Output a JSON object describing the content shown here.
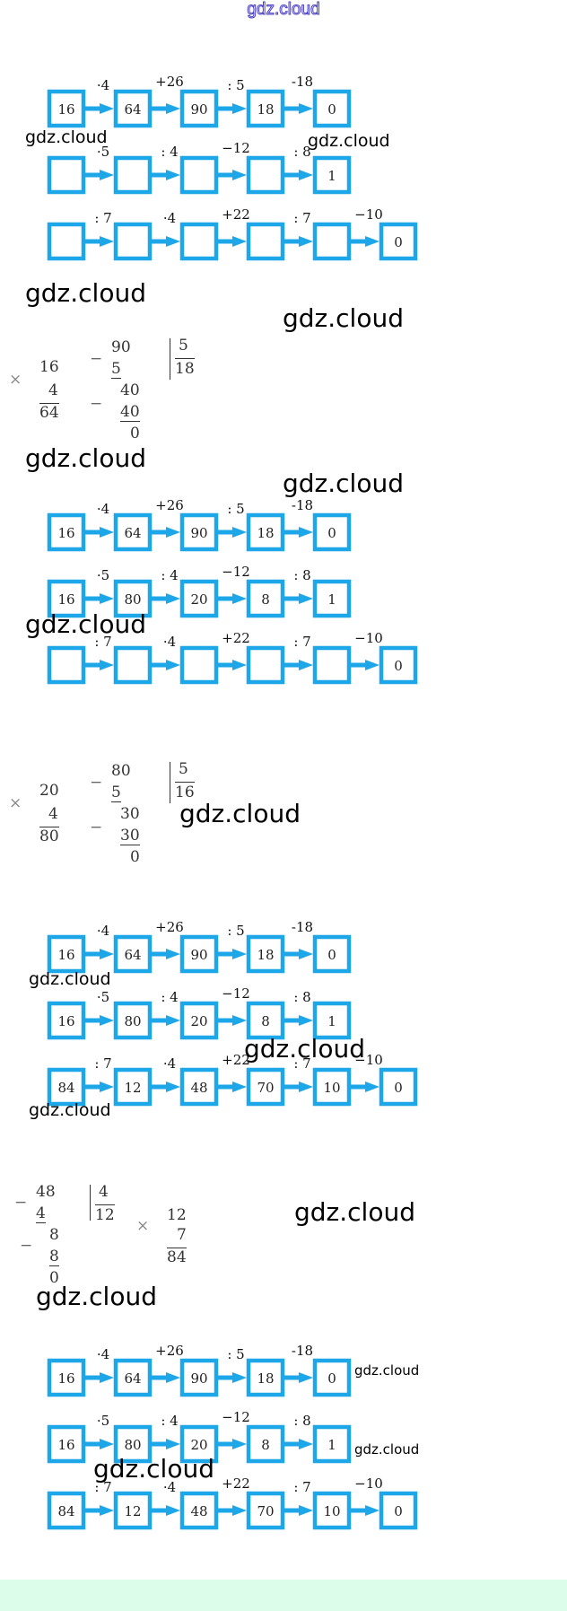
{
  "site_title": "gdz.cloud",
  "watermark_text": "gdz.cloud",
  "colors": {
    "box": "#1ea7e8",
    "arrow": "#1ea7e8",
    "footer": "#dcfde9",
    "title_outline": "#4a3fc8"
  },
  "chain_sets": [
    {
      "chains": [
        {
          "values": [
            "16",
            "64",
            "90",
            "18",
            "0"
          ],
          "ops": [
            "·4",
            "+26",
            ": 5",
            "-18"
          ]
        },
        {
          "values": [
            "",
            "",
            "",
            "",
            "1"
          ],
          "ops": [
            "·5",
            ": 4",
            "−12",
            ": 8"
          ]
        },
        {
          "values": [
            "",
            "",
            "",
            "",
            "",
            "0"
          ],
          "ops": [
            ": 7",
            "·4",
            "+22",
            ": 7",
            "−10"
          ]
        }
      ]
    },
    {
      "chains": [
        {
          "values": [
            "16",
            "64",
            "90",
            "18",
            "0"
          ],
          "ops": [
            "·4",
            "+26",
            ": 5",
            "-18"
          ]
        },
        {
          "values": [
            "16",
            "80",
            "20",
            "8",
            "1"
          ],
          "ops": [
            "·5",
            ": 4",
            "−12",
            ": 8"
          ]
        },
        {
          "values": [
            "",
            "",
            "",
            "",
            "",
            "0"
          ],
          "ops": [
            ": 7",
            "·4",
            "+22",
            ": 7",
            "−10"
          ]
        }
      ]
    },
    {
      "chains": [
        {
          "values": [
            "16",
            "64",
            "90",
            "18",
            "0"
          ],
          "ops": [
            "·4",
            "+26",
            ": 5",
            "-18"
          ]
        },
        {
          "values": [
            "16",
            "80",
            "20",
            "8",
            "1"
          ],
          "ops": [
            "·5",
            ": 4",
            "−12",
            ": 8"
          ]
        },
        {
          "values": [
            "84",
            "12",
            "48",
            "70",
            "10",
            "0"
          ],
          "ops": [
            ": 7",
            "·4",
            "+22",
            ": 7",
            "−10"
          ]
        }
      ]
    },
    {
      "chains": [
        {
          "values": [
            "16",
            "64",
            "90",
            "18",
            "0"
          ],
          "ops": [
            "·4",
            "+26",
            ": 5",
            "-18"
          ]
        },
        {
          "values": [
            "16",
            "80",
            "20",
            "8",
            "1"
          ],
          "ops": [
            "·5",
            ": 4",
            "−12",
            ": 8"
          ]
        },
        {
          "values": [
            "84",
            "12",
            "48",
            "70",
            "10",
            "0"
          ],
          "ops": [
            ": 7",
            "·4",
            "+22",
            ": 7",
            "−10"
          ]
        }
      ]
    }
  ],
  "calc1": {
    "mult": {
      "sign": "×",
      "a": "16",
      "b": "4",
      "result": "64"
    },
    "div": {
      "sign1": "−",
      "dividend": "90",
      "sub1": "5",
      "sign2": "−",
      "rem1": "40",
      "sub2": "40",
      "rest": "0",
      "divisor": "5",
      "quotient": "18"
    }
  },
  "calc2": {
    "mult": {
      "sign": "×",
      "a": "20",
      "b": "4",
      "result": "80"
    },
    "div": {
      "sign1": "−",
      "dividend": "80",
      "sub1": "5",
      "sign2": "−",
      "rem1": "30",
      "sub2": "30",
      "rest": "0",
      "divisor": "5",
      "quotient": "16"
    }
  },
  "calc3": {
    "div": {
      "sign1": "−",
      "dividend": "48",
      "sub1": "4",
      "sign2": "−",
      "rem1": "8",
      "sub2": "8",
      "rest": "0",
      "divisor": "4",
      "quotient": "12"
    },
    "mult": {
      "sign": "×",
      "a": "12",
      "b": "7",
      "result": "84"
    }
  }
}
